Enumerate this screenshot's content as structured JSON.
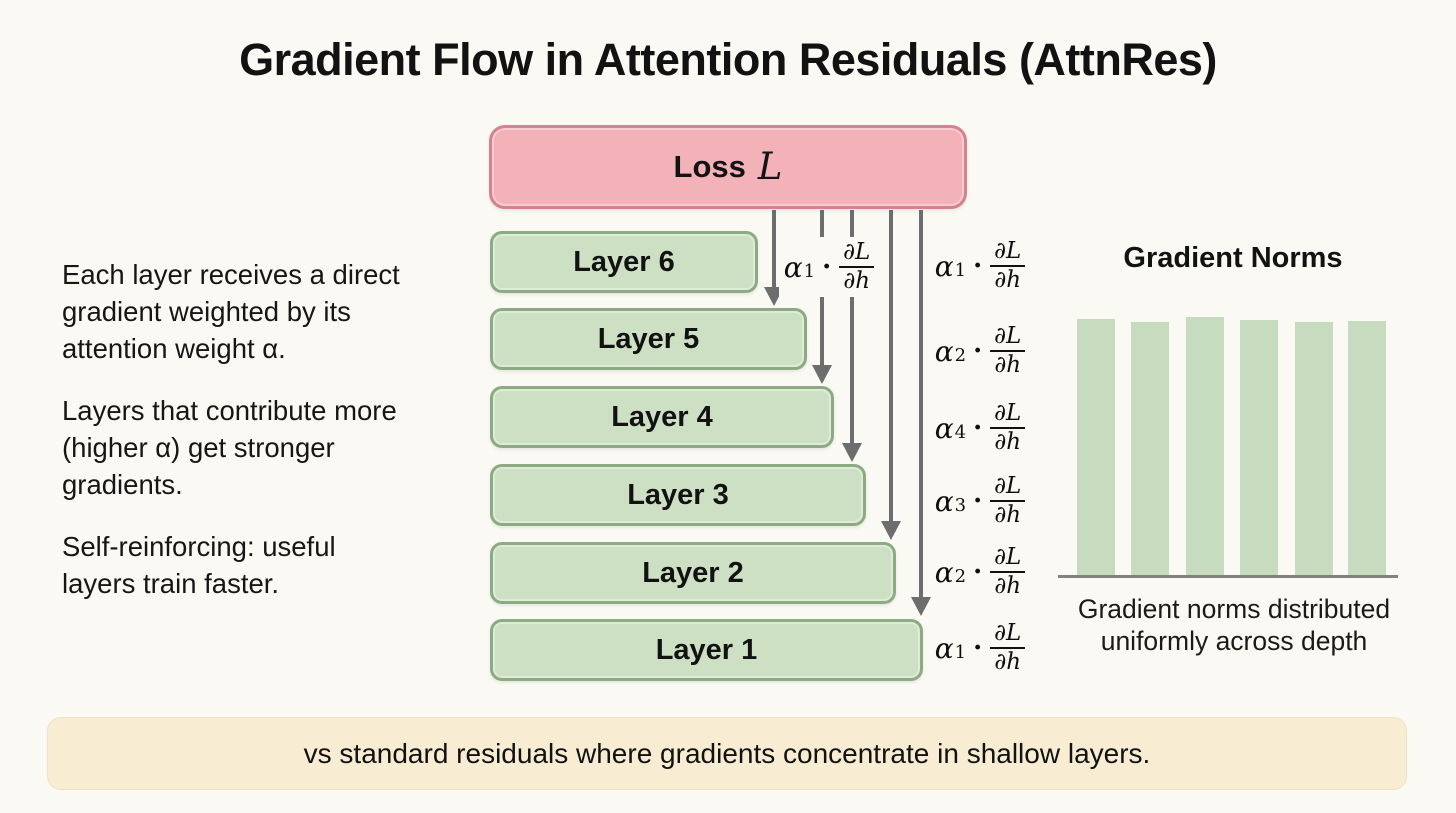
{
  "title": "Gradient Flow in Attention Residuals (AttnRes)",
  "left_notes": {
    "paragraphs": [
      [
        "Each layer receives a direct",
        "gradient weighted by its",
        "attention weight α."
      ],
      [
        "Layers that contribute more",
        "(higher α) get stronger",
        "gradients."
      ],
      [
        "Self-reinforcing: useful",
        "layers train faster."
      ]
    ]
  },
  "loss": {
    "label": "Loss",
    "math_symbol": "L"
  },
  "layers": [
    {
      "label": "Layer 6"
    },
    {
      "label": "Layer 5"
    },
    {
      "label": "Layer 4"
    },
    {
      "label": "Layer 3"
    },
    {
      "label": "Layer 2"
    },
    {
      "label": "Layer 1"
    }
  ],
  "flow_labels": {
    "inner": {
      "alpha": "α",
      "sub": "1",
      "dot": "·",
      "num": "∂L",
      "den": "∂h"
    },
    "outer": [
      {
        "alpha": "α",
        "sub": "1",
        "dot": "·",
        "num": "∂L",
        "den": "∂h"
      },
      {
        "alpha": "α",
        "sub": "2",
        "dot": "·",
        "num": "∂L",
        "den": "∂h"
      },
      {
        "alpha": "α",
        "sub": "4",
        "dot": "·",
        "num": "∂L",
        "den": "∂h"
      },
      {
        "alpha": "α",
        "sub": "3",
        "dot": "·",
        "num": "∂L",
        "den": "∂h"
      },
      {
        "alpha": "α",
        "sub": "2",
        "dot": "·",
        "num": "∂L",
        "den": "∂h"
      },
      {
        "alpha": "α",
        "sub": "1",
        "dot": "·",
        "num": "∂L",
        "den": "∂h"
      }
    ]
  },
  "right_panel": {
    "heading": "Gradient Norms",
    "caption_lines": [
      "Gradient norms distributed",
      "uniformly across depth"
    ]
  },
  "chart_data": {
    "type": "bar",
    "title": "Gradient Norms",
    "caption": "Gradient norms distributed uniformly across depth",
    "x_tick_labels": [],
    "values": [
      0.99,
      0.975,
      0.995,
      0.985,
      0.975,
      0.98
    ],
    "ylim": [
      0,
      1
    ],
    "grid": false,
    "legend": false,
    "bar_color": "#c7dcbe",
    "note": "six nearly uniform bars across depth"
  },
  "banner": {
    "text": "vs standard residuals where gradients concentrate in shallow layers."
  },
  "colors": {
    "background": "#fbf9f3",
    "loss_fill": "#f3b1b8",
    "loss_border": "#d2838f",
    "layer_fill": "#cde0c4",
    "layer_border": "#8dab83",
    "arrow_gray": "#6d6d6d",
    "banner_fill": "#f8edd2",
    "bar_fill": "#c7dcbe"
  }
}
